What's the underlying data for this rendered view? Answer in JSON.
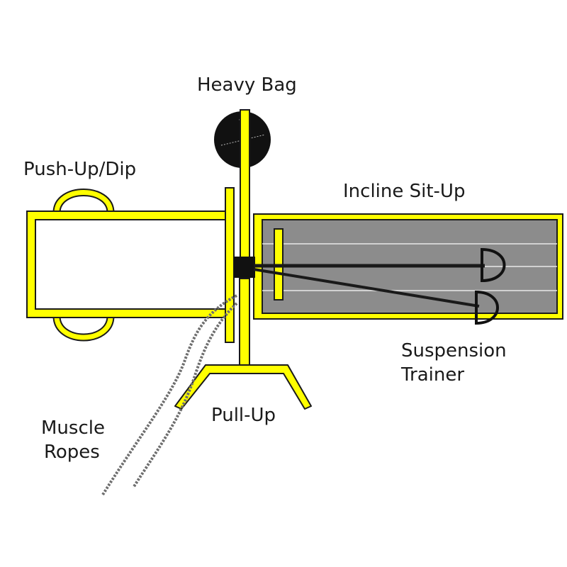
{
  "labels": {
    "heavy_bag": "Heavy Bag",
    "push_up_dip": "Push-Up/Dip",
    "incline_sit_up": "Incline Sit-Up",
    "suspension_trainer_line1": "Suspension",
    "suspension_trainer_line2": "Trainer",
    "pull_up": "Pull-Up",
    "muscle_ropes_line1": "Muscle",
    "muscle_ropes_line2": "Ropes"
  },
  "colors": {
    "frame_yellow": "#ffff00",
    "outline": "#1a1a1a",
    "bench_gray": "#8c8c8c",
    "bag_black": "#111111",
    "rope_gray": "#6e6e6e"
  }
}
